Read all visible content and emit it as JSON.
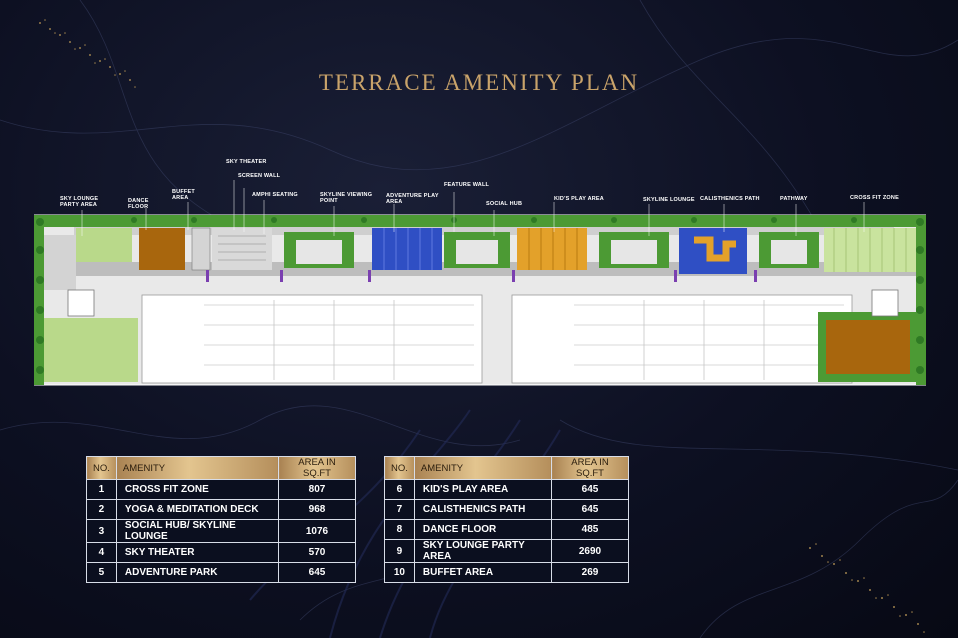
{
  "title": "TERRACE AMENITY PLAN",
  "plan_labels": [
    {
      "id": "sky-lounge-party-area",
      "text": "SKY LOUNGE\nPARTY AREA"
    },
    {
      "id": "dance-floor",
      "text": "DANCE\nFLOOR"
    },
    {
      "id": "buffet-area",
      "text": "BUFFET\nAREA"
    },
    {
      "id": "sky-theater",
      "text": "SKY THEATER"
    },
    {
      "id": "screen-wall",
      "text": "SCREEN WALL"
    },
    {
      "id": "amphi-seating",
      "text": "AMPHI SEATING"
    },
    {
      "id": "skyline-viewing-point",
      "text": "SKYLINE VIEWING\nPOINT"
    },
    {
      "id": "adventure-play-area",
      "text": "ADVENTURE PLAY\nAREA"
    },
    {
      "id": "feature-wall",
      "text": "FEATURE WALL"
    },
    {
      "id": "social-hub",
      "text": "SOCIAL HUB"
    },
    {
      "id": "kids-play-area",
      "text": "KID'S PLAY AREA"
    },
    {
      "id": "skyline-lounge",
      "text": "SKYLINE LOUNGE"
    },
    {
      "id": "calisthenics-path",
      "text": "CALISTHENICS PATH"
    },
    {
      "id": "pathway",
      "text": "PATHWAY"
    },
    {
      "id": "cross-fit-zone",
      "text": "CROSS FIT ZONE"
    }
  ],
  "table_headers": {
    "no": "NO.",
    "amenity": "AMENITY",
    "area": "AREA IN SQ.FT"
  },
  "table_left": [
    {
      "no": "1",
      "amenity": "CROSS FIT ZONE",
      "area": "807"
    },
    {
      "no": "2",
      "amenity": "YOGA & MEDITATION DECK",
      "area": "968"
    },
    {
      "no": "3",
      "amenity": "SOCIAL HUB/ SKYLINE LOUNGE",
      "area": "1076"
    },
    {
      "no": "4",
      "amenity": "SKY THEATER",
      "area": "570"
    },
    {
      "no": "5",
      "amenity": "ADVENTURE PARK",
      "area": "645"
    }
  ],
  "table_right": [
    {
      "no": "6",
      "amenity": "KID'S PLAY AREA",
      "area": "645"
    },
    {
      "no": "7",
      "amenity": "CALISTHENICS PATH",
      "area": "645"
    },
    {
      "no": "8",
      "amenity": "DANCE FLOOR",
      "area": "485"
    },
    {
      "no": "9",
      "amenity": "SKY LOUNGE PARTY AREA",
      "area": "2690"
    },
    {
      "no": "10",
      "amenity": "BUFFET AREA",
      "area": "269"
    }
  ],
  "colors": {
    "title_gold": "#c9a36a",
    "header_gold": "#d6b57f",
    "lawn_green": "#3f8d2f",
    "adventure_blue": "#2f4fc4",
    "kids_orange": "#e3a12a",
    "wood_brown": "#a8660d"
  }
}
